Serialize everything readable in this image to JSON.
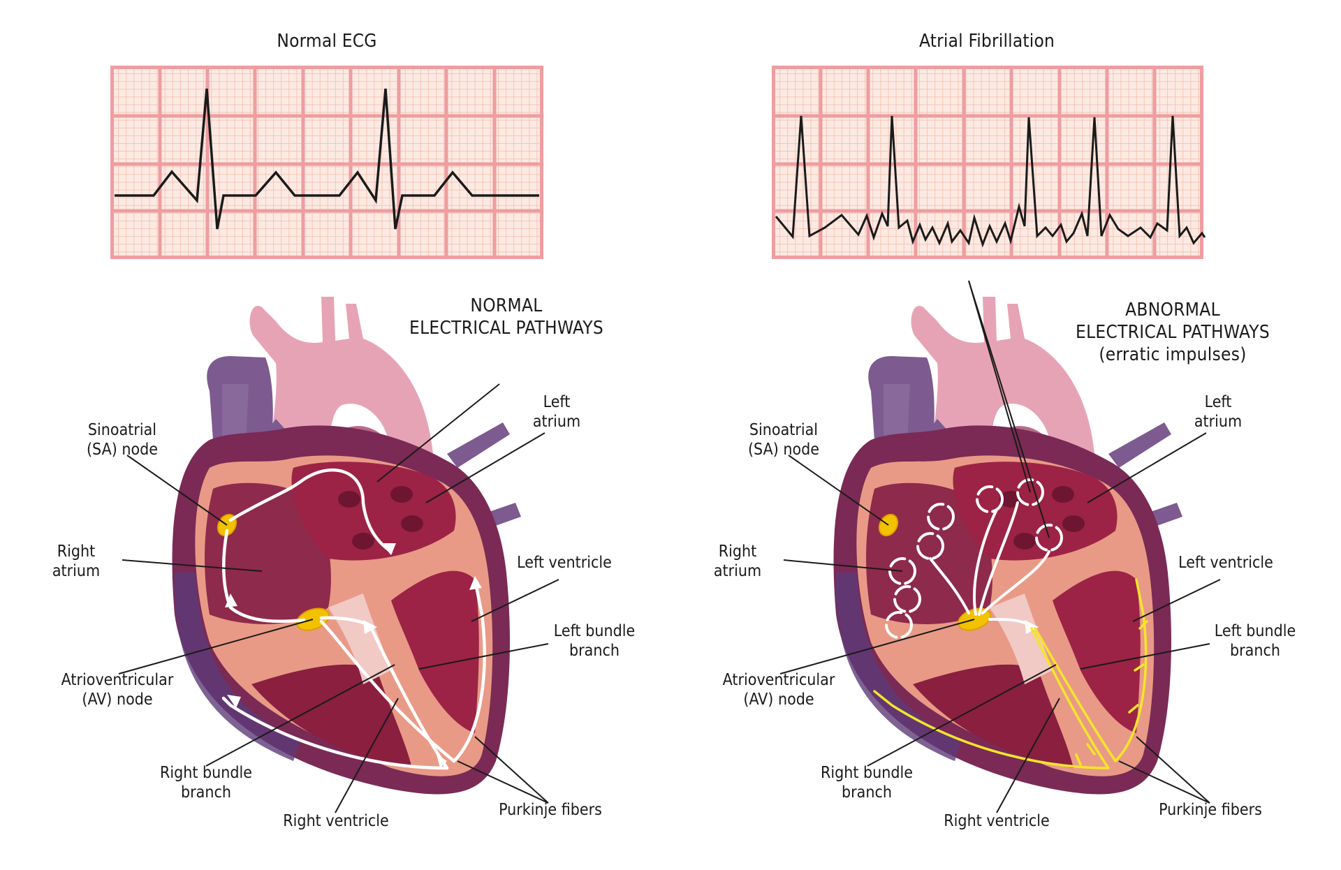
{
  "panels": [
    {
      "id": "normal",
      "ecg_title": "Normal ECG",
      "heading_lines": [
        "NORMAL",
        "ELECTRICAL PATHWAYS"
      ],
      "labels": {
        "sa_node": [
          "Sinoatrial",
          "(SA) node"
        ],
        "right_atrium": [
          "Right",
          "atrium"
        ],
        "left_atrium": [
          "Left",
          "atrium"
        ],
        "left_ventricle": "Left ventricle",
        "left_bundle_branch": [
          "Left bundle",
          "branch"
        ],
        "av_node": [
          "Atrioventricular",
          "(AV) node"
        ],
        "right_bundle_branch": [
          "Right bundle",
          "branch"
        ],
        "right_ventricle": "Right ventricle",
        "purkinje_fibers": "Purkinje fibers"
      }
    },
    {
      "id": "afib",
      "ecg_title": "Atrial Fibrillation",
      "heading_lines": [
        "ABNORMAL",
        "ELECTRICAL PATHWAYS",
        "(erratic impulses)"
      ],
      "labels": {
        "sa_node": [
          "Sinoatrial",
          "(SA) node"
        ],
        "right_atrium": [
          "Right",
          "atrium"
        ],
        "left_atrium": [
          "Left",
          "atrium"
        ],
        "left_ventricle": "Left ventricle",
        "left_bundle_branch": [
          "Left bundle",
          "branch"
        ],
        "av_node": [
          "Atrioventricular",
          "(AV) node"
        ],
        "right_bundle_branch": [
          "Right bundle",
          "branch"
        ],
        "right_ventricle": "Right ventricle",
        "purkinje_fibers": "Purkinje fibers"
      }
    }
  ],
  "colors": {
    "ecg_paper": "#f9e4dc",
    "ecg_minor_grid": "#f7c4b4",
    "ecg_major_grid": "#ee9da1",
    "ecg_trace": "#1a1a1a",
    "heart_wall": "#8b2a55",
    "heart_chamber": "#9c2346",
    "heart_muscle": "#e99a87",
    "vessel_purple": "#7d5a8f",
    "aorta_pink": "#e7a3b6",
    "node_yellow": "#f2c200",
    "pathway_white": "#ffffff",
    "afib_pathway_yellow": "#f5e52a"
  }
}
